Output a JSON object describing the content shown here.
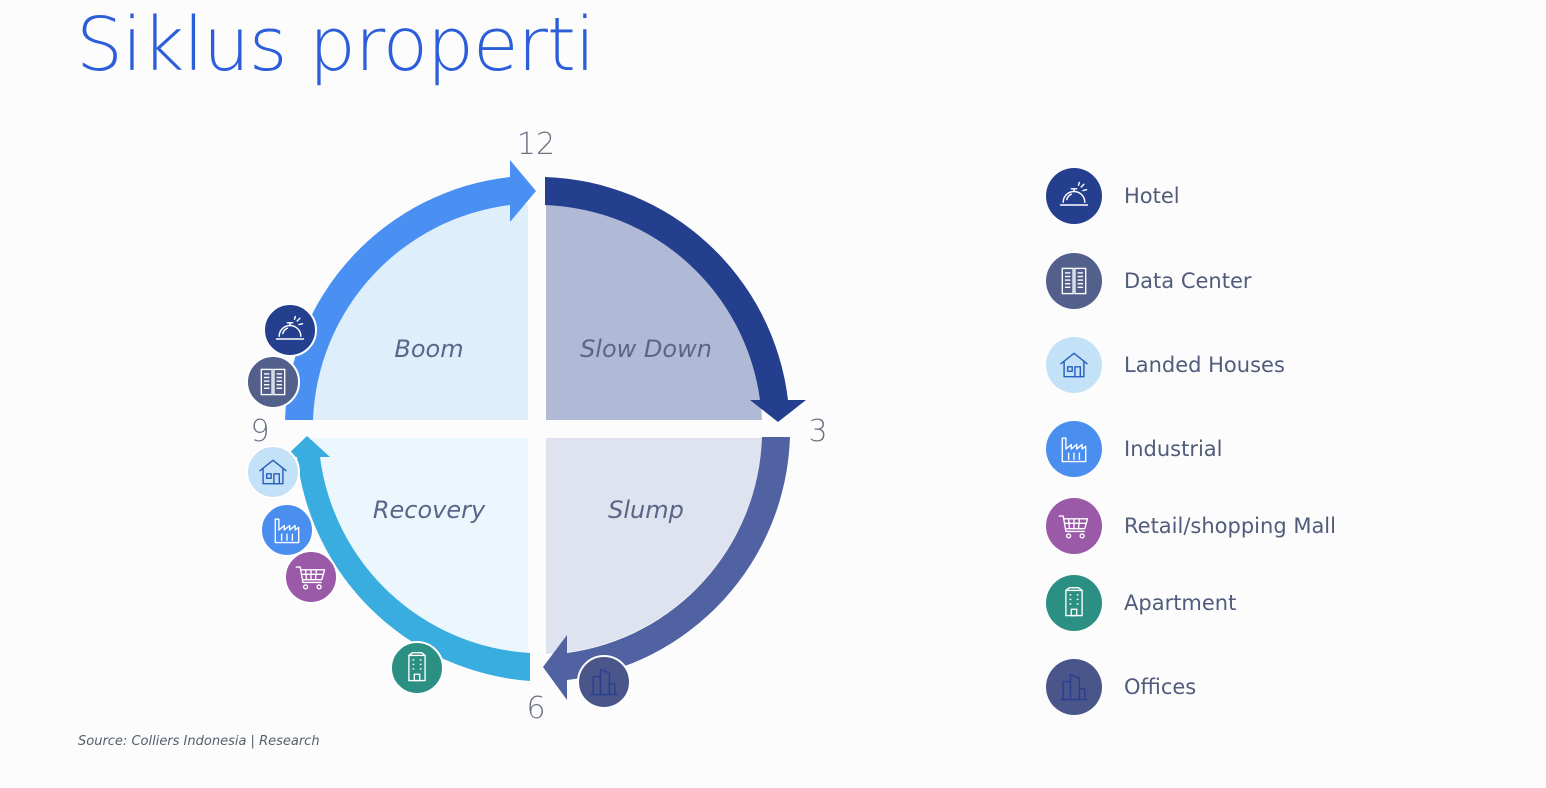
{
  "title": "Siklus properti",
  "source": "Source: Colliers Indonesia | Research",
  "clock": {
    "top": "12",
    "right": "3",
    "bottom": "6",
    "left": "9"
  },
  "quadrants": {
    "boom": "Boom",
    "slow_down": "Slow Down",
    "slump": "Slump",
    "recovery": "Recovery"
  },
  "legend": [
    {
      "label": "Hotel",
      "icon": "hotel-bell-icon",
      "color": "#233f8d"
    },
    {
      "label": "Data Center",
      "icon": "data-center-icon",
      "color": "#53608b"
    },
    {
      "label": "Landed Houses",
      "icon": "house-icon",
      "color": "#c4e2f7"
    },
    {
      "label": "Industrial",
      "icon": "factory-icon",
      "color": "#4a8ff0"
    },
    {
      "label": "Retail/shopping Mall",
      "icon": "shopping-cart-icon",
      "color": "#9a5aa8"
    },
    {
      "label": "Apartment",
      "icon": "apartment-icon",
      "color": "#2c8f83"
    },
    {
      "label": "Offices",
      "icon": "office-icon",
      "color": "#4a5689"
    }
  ],
  "colors": {
    "title": "#2b5ed8",
    "boom_fill": "#deeffb",
    "slow_down_fill": "#b0b9d6",
    "slump_fill": "#dfe3ef",
    "recovery_fill": "#ebf6fd",
    "arc_boom": "#4a90f2",
    "arc_slow_down": "#233f8d",
    "arc_slump": "#5062a2",
    "arc_recovery": "#3aade0"
  }
}
